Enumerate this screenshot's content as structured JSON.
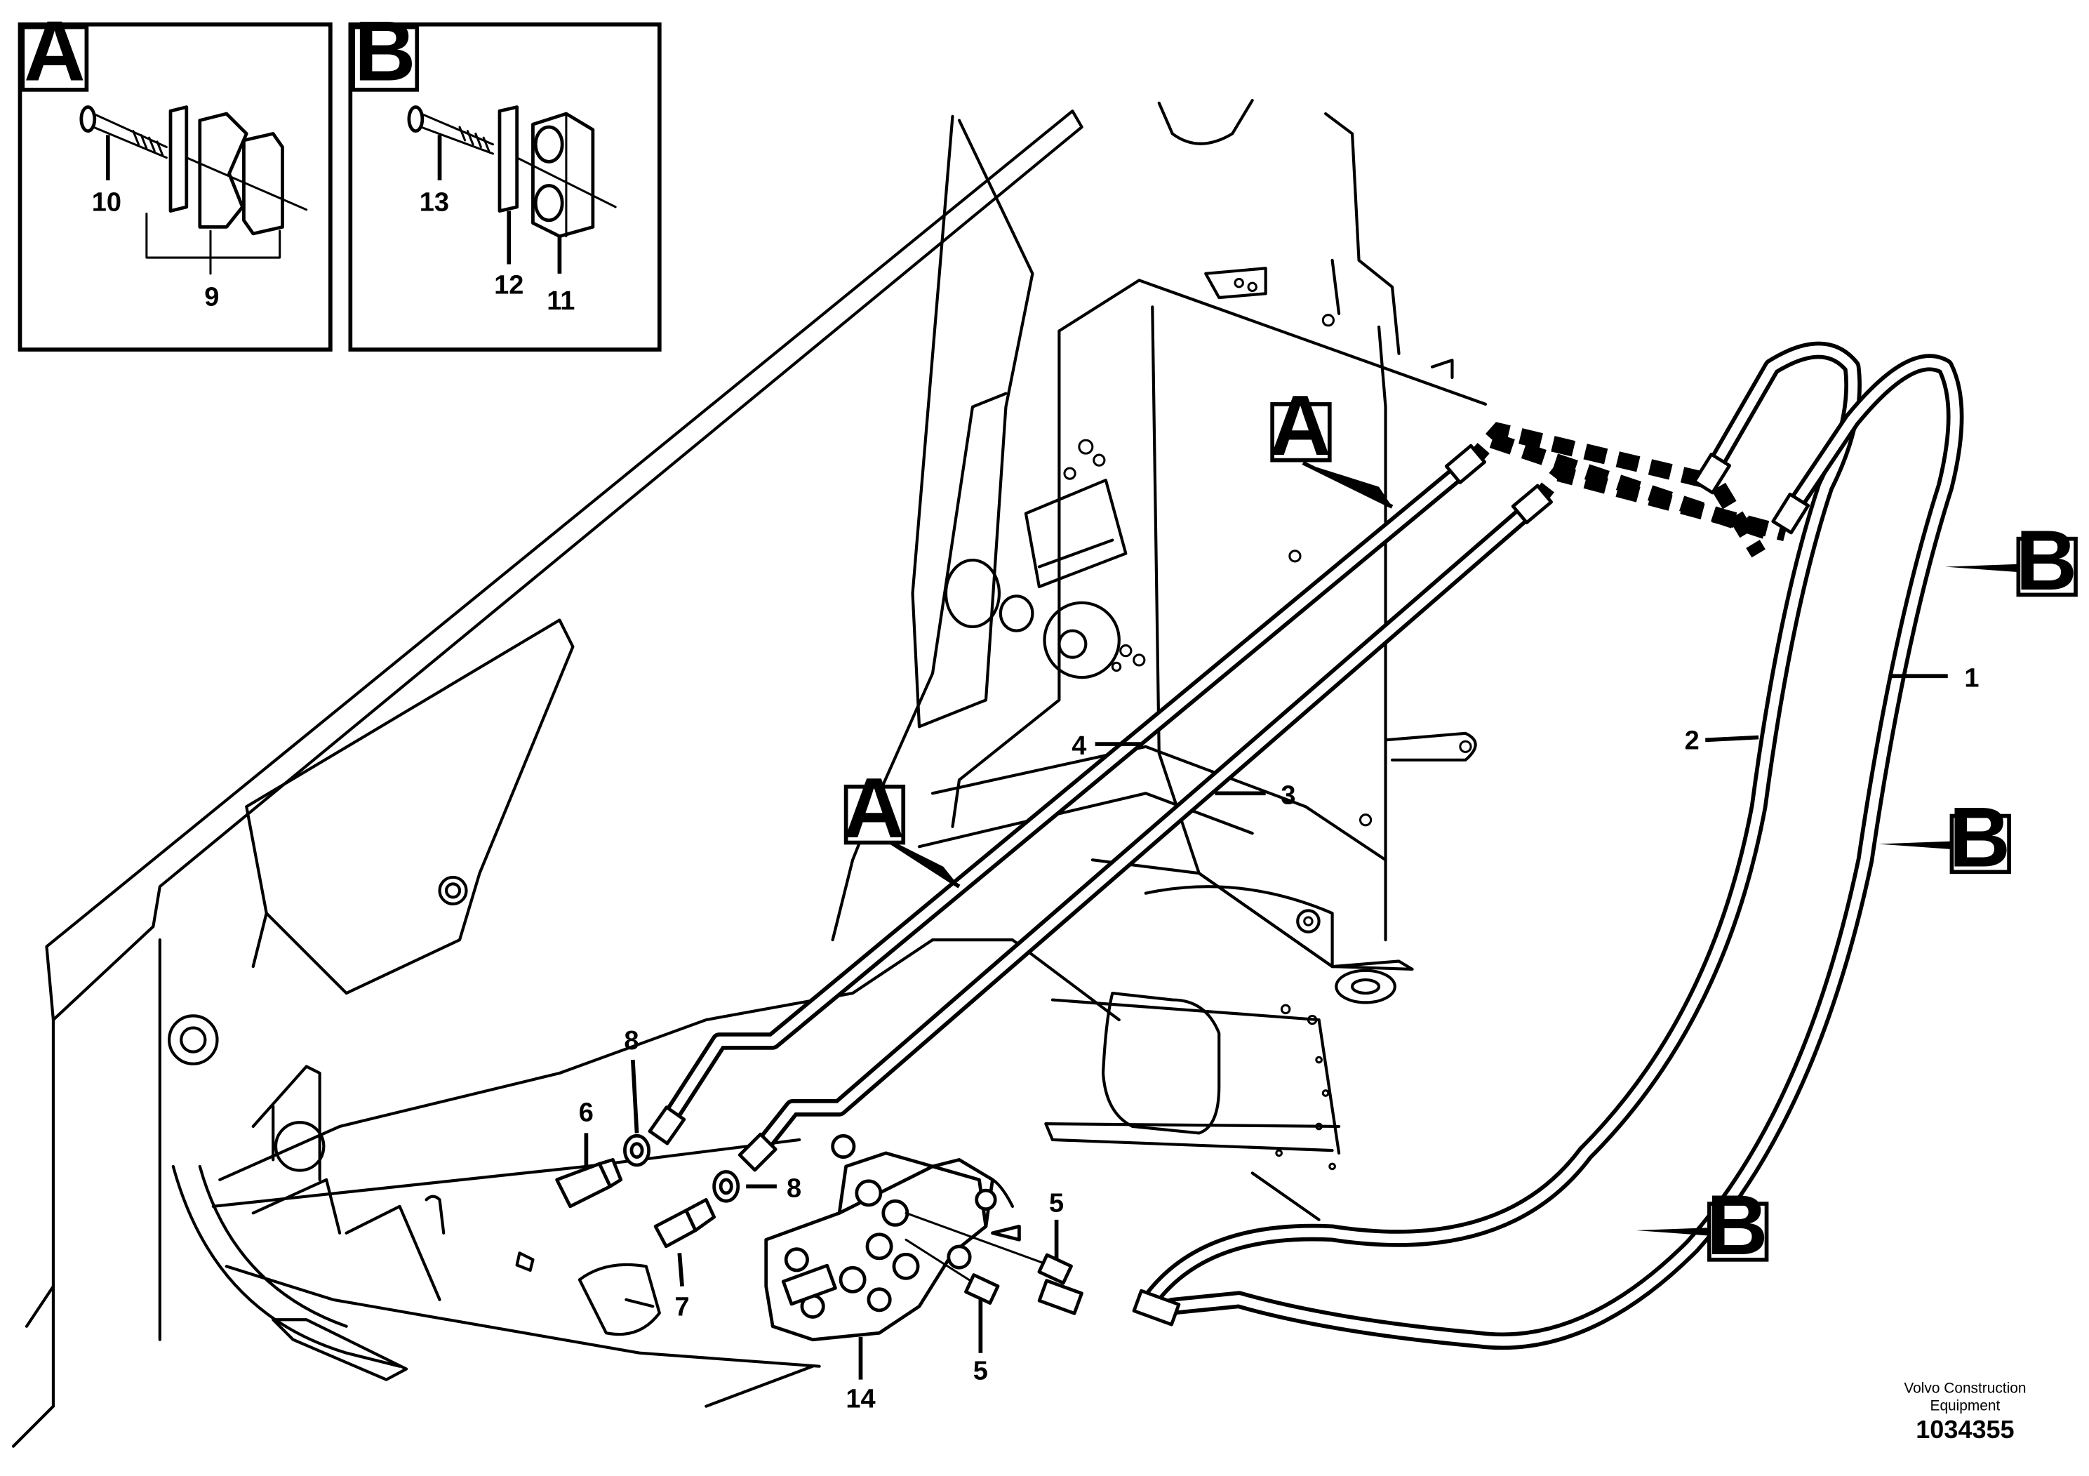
{
  "detail_views": [
    {
      "letter": "A",
      "parts": [
        "10",
        "9"
      ]
    },
    {
      "letter": "B",
      "parts": [
        "13",
        "12",
        "11"
      ]
    }
  ],
  "section_markers": [
    "A",
    "A",
    "B",
    "B",
    "B"
  ],
  "callouts": [
    "1",
    "2",
    "3",
    "4",
    "5",
    "5",
    "6",
    "7",
    "8",
    "8",
    "14"
  ],
  "footer": {
    "credit_line1": "Volvo Construction",
    "credit_line2": "Equipment",
    "drawing_number": "1034355"
  }
}
